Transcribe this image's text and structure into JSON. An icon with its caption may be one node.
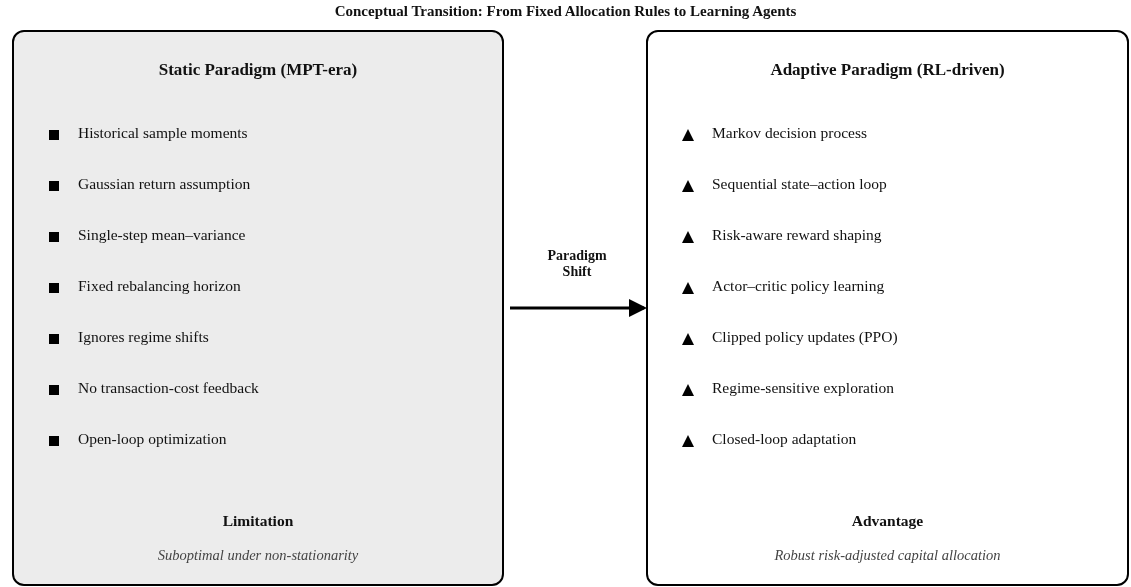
{
  "diagram": {
    "title": "Conceptual Transition: From Fixed Allocation Rules to Learning Agents",
    "nodes": [
      {
        "text": [
          "Static Paradigm (MPT-era)",
          "Historical sample moments",
          "Gaussian return assumption",
          "Single-step mean–variance",
          "Fixed rebalancing horizon",
          "Ignores regime shifts",
          "No transaction-cost feedback",
          "Open-loop optimization",
          "Limitation",
          "Suboptimal under non-stationarity"
        ]
      },
      {
        "text": [
          "Adaptive Paradigm (RL-driven)",
          "Markov decision process",
          "Sequential state–action loop",
          "Risk-aware reward shaping",
          "Actor–critic policy learning",
          "Clipped policy updates (PPO)",
          "Regime-sensitive exploration",
          "Closed-loop adaptation",
          "Advantage",
          "Robust risk-adjusted capital allocation"
        ]
      }
    ],
    "edges": [
      {
        "from": 0,
        "to": 1,
        "arrow": "to",
        "label": "Paradigm Shift"
      }
    ]
  }
}
